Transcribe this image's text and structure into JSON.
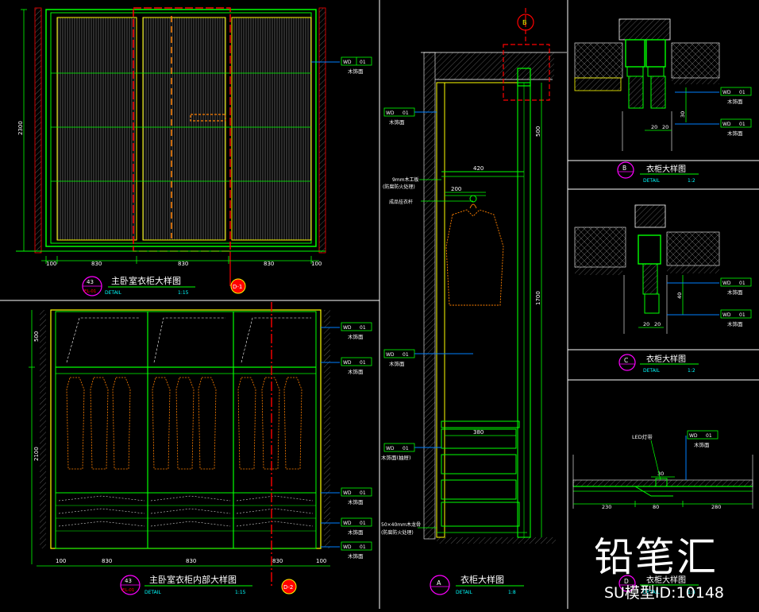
{
  "views": {
    "elevation": {
      "num": "43",
      "ref": "EL-01",
      "title": "主卧室衣柜大样图",
      "sub": "DETAIL",
      "scale": "1:15",
      "marker": "D-1"
    },
    "interior": {
      "num": "43",
      "ref": "EL-01",
      "title": "主卧室衣柜内部大样图",
      "sub": "DETAIL",
      "scale": "1:15",
      "marker": "D-2"
    },
    "section_a": {
      "letter": "A",
      "title": "衣柜大样图",
      "sub": "DETAIL",
      "scale": "1:8"
    },
    "detail_b": {
      "letter": "B",
      "title": "衣柜大样图",
      "sub": "DETAIL",
      "scale": "1:2"
    },
    "detail_c": {
      "letter": "C",
      "title": "衣柜大样图",
      "sub": "DETAIL",
      "scale": "1:2"
    },
    "detail_d": {
      "letter": "D",
      "title": "衣柜大样图",
      "sub": "DETAIL",
      "scale": "1:8"
    }
  },
  "tag": {
    "code": "WD",
    "num": "01",
    "label": "木饰面"
  },
  "notes": {
    "board9": "9mm木工板",
    "fire1": "(防腐防火处理)",
    "rail": "成品挂衣杆",
    "shelf": "木饰面(抽屉)",
    "batten": "50×40mm木龙骨",
    "fire2": "(防腐防火处理)",
    "led": "LED灯带"
  },
  "dims": {
    "elev_bottom": [
      "100",
      "830",
      "830",
      "830",
      "100"
    ],
    "elev_height": "2300",
    "int_bottom": [
      "100",
      "830",
      "830",
      "830",
      "100"
    ],
    "int_left": [
      "500",
      "2100"
    ],
    "sec_420": "420",
    "sec_200": "200",
    "sec_380": "380",
    "sec_500": "500",
    "sec_1700": "1700",
    "b_20a": "20",
    "b_20b": "20",
    "b_30": "30",
    "c_20a": "20",
    "c_20b": "20",
    "c_40": "40",
    "d_230": "230",
    "d_80": "80",
    "d_280": "280",
    "d_30": "30"
  },
  "watermark": {
    "brand": "铅笔汇",
    "id": "SU模型ID:10148"
  },
  "colors": {
    "green": "#00ff00",
    "yellow": "#ffff00",
    "cyan": "#00ffff",
    "red": "#ff0000",
    "orange": "#ff8000",
    "blue": "#0080ff",
    "magenta": "#ff00ff"
  }
}
